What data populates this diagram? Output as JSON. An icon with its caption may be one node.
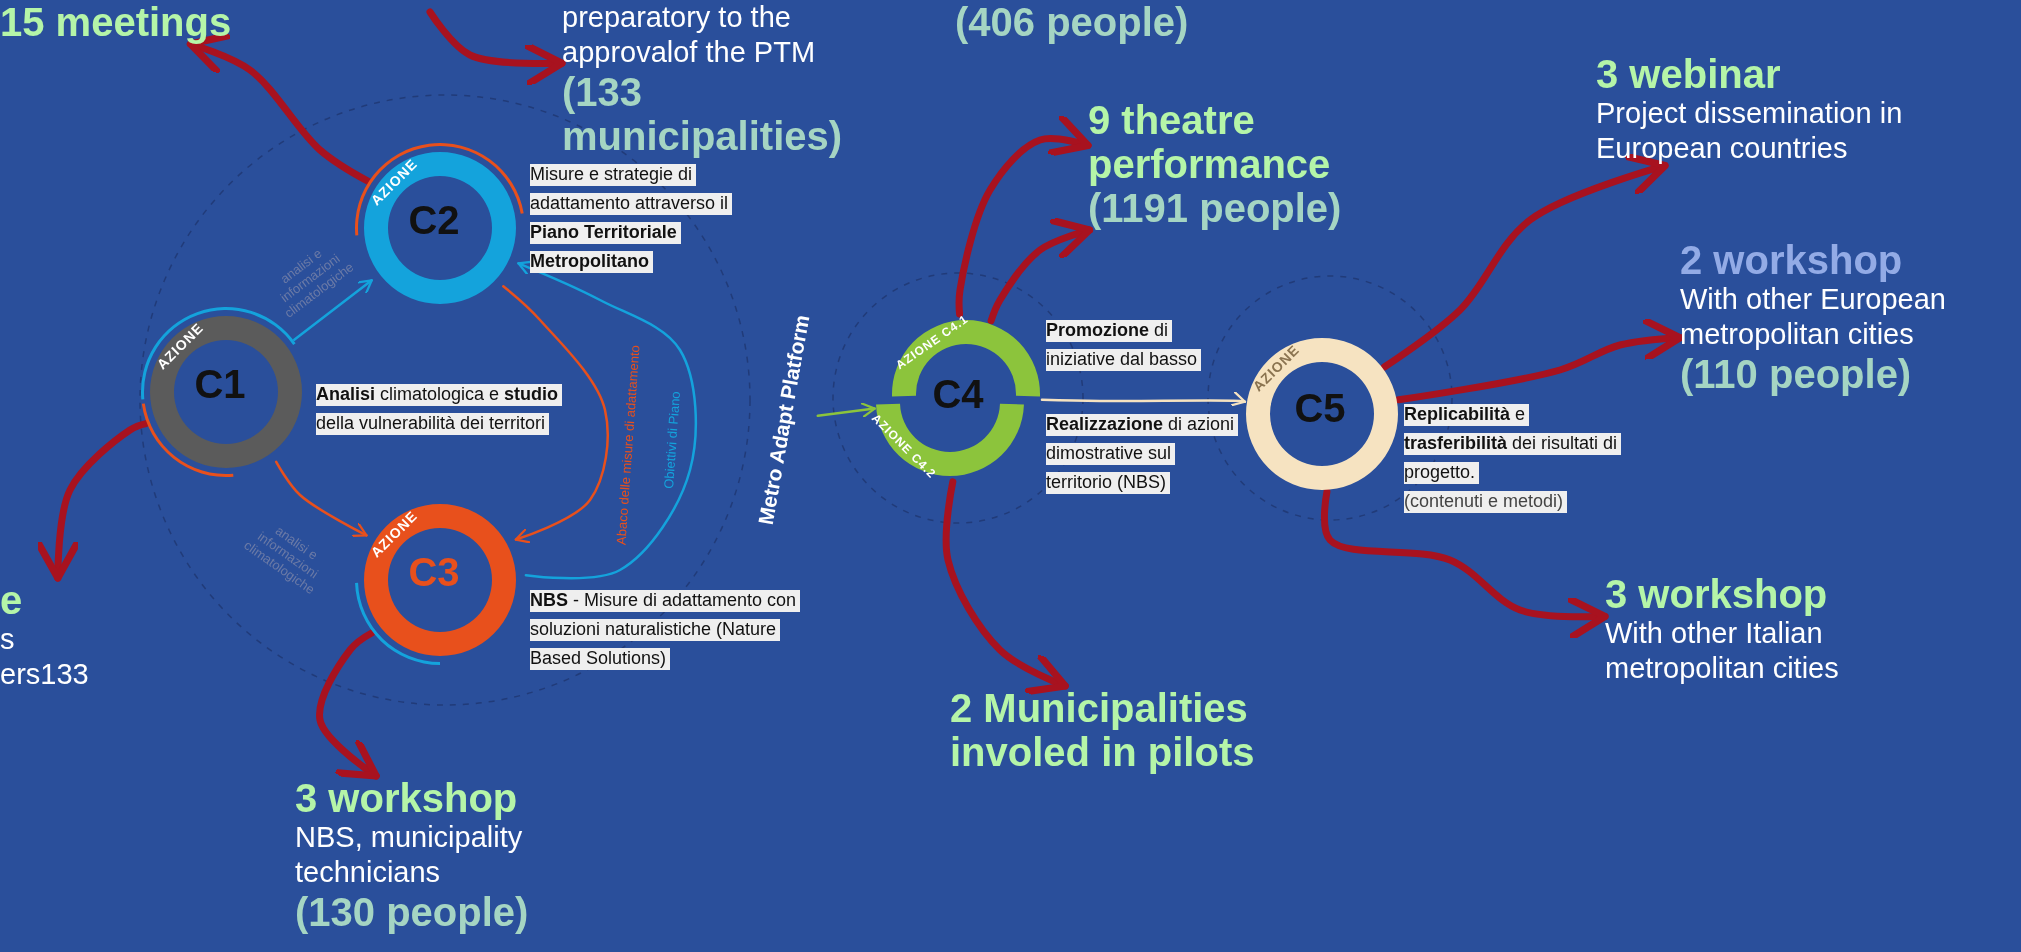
{
  "diagram": {
    "nodes": [
      {
        "text": [
          "15 meetings"
        ]
      },
      {
        "text": [
          "preparatory to the approvalof the PTM",
          "(133 municipalities)"
        ]
      },
      {
        "text": [
          "(406 people)"
        ]
      },
      {
        "text": [
          "9 theatre performance",
          "(1191 people)"
        ]
      },
      {
        "text": [
          "3 webinar",
          "Project dissemination in European countries"
        ]
      },
      {
        "text": [
          "2 workshop",
          "With other European metropolitan cities",
          "(110 people)"
        ]
      },
      {
        "text": [
          "3 workshop",
          "With other Italian metropolitan cities"
        ]
      },
      {
        "text": [
          "2 Municipalities involed in pilots"
        ]
      },
      {
        "text": [
          "3 workshop",
          "NBS, municipality technicians",
          "(130 people)"
        ]
      },
      {
        "text": [
          "e",
          "s ers133"
        ]
      },
      {
        "text": [
          "AZIONE",
          "C1"
        ],
        "beside": [
          "**Analisi** climatologica e **studio** della vulnerabilità dei territori"
        ]
      },
      {
        "text": [
          "AZIONE",
          "C2"
        ],
        "beside": [
          "Misure e strategie di adattamento attraverso il **Piano Territoriale Metropolitano**"
        ]
      },
      {
        "text": [
          "AZIONE",
          "C3"
        ],
        "beside": [
          "**NBS** - Misure di adattamento con soluzioni naturalistiche (Nature Based Solutions)"
        ]
      },
      {
        "text": [
          "Metro Adapt Platform"
        ]
      },
      {
        "text": [
          "AZIONE C4.1",
          "AZIONE C4.2",
          "C4"
        ],
        "beside": [
          "**Promozione** di iniziative dal basso",
          "**Realizzazione** di azioni dimostrative sul territorio (NBS)"
        ]
      },
      {
        "text": [
          "AZIONE",
          "C5"
        ],
        "beside": [
          "**Replicabilità** e **trasferibilità** dei risultati di progetto.",
          "(contenuti e metodi)"
        ]
      }
    ],
    "edges": [
      {
        "from": 11,
        "to": 0,
        "arrow": "to"
      },
      {
        "from": null,
        "to": 1,
        "arrow": "to"
      },
      {
        "from": 10,
        "to": 9,
        "arrow": "to"
      },
      {
        "from": 12,
        "to": 8,
        "arrow": "to"
      },
      {
        "from": 14,
        "to": 3,
        "arrow": "to"
      },
      {
        "from": 14,
        "to": 3,
        "arrow": "to"
      },
      {
        "from": 14,
        "to": 7,
        "arrow": "to"
      },
      {
        "from": 15,
        "to": 4,
        "arrow": "to"
      },
      {
        "from": 15,
        "to": 5,
        "arrow": "to"
      },
      {
        "from": 15,
        "to": 6,
        "arrow": "to"
      },
      {
        "from": 10,
        "to": 11,
        "arrow": "to",
        "label": "analisi e informazioni climatologiche",
        "color": "#14a3dc"
      },
      {
        "from": 10,
        "to": 12,
        "arrow": "to",
        "label": "analisi e informazioni climatologiche",
        "color": "#e8501c"
      },
      {
        "from": 11,
        "to": 12,
        "arrow": "to",
        "label": "Abaco delle misure di adattamento",
        "color": "#e8501c"
      },
      {
        "from": 12,
        "to": 11,
        "arrow": "to",
        "label": "Obiettivi di Piano",
        "color": "#14a3dc"
      },
      {
        "from": 13,
        "to": 14,
        "arrow": "to",
        "color": "#8cc43c"
      },
      {
        "from": 14,
        "to": 15,
        "arrow": "to",
        "color": "#f6e3c1"
      }
    ]
  }
}
